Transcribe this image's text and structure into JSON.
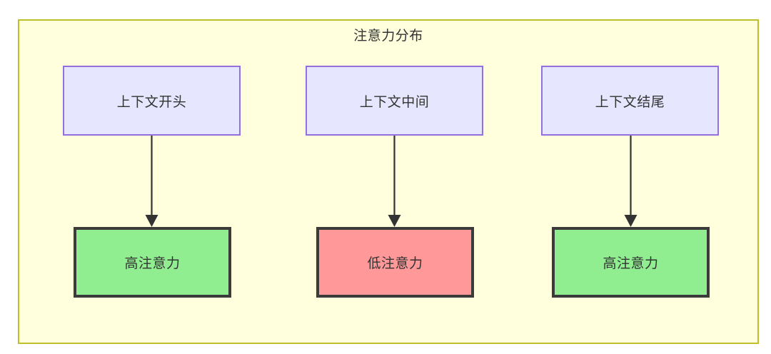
{
  "diagram": {
    "title": "注意力分布",
    "background_color": "#ffffdd",
    "border_color": "#bfbf2a",
    "columns": [
      {
        "id": "start",
        "context": {
          "label": "上下文开头",
          "fill": "#e6e6ff",
          "stroke": "#9370db"
        },
        "attention": {
          "label": "高注意力",
          "fill": "#90ee90",
          "stroke": "#3b3b3b",
          "level": "high"
        }
      },
      {
        "id": "middle",
        "context": {
          "label": "上下文中间",
          "fill": "#e6e6ff",
          "stroke": "#9370db"
        },
        "attention": {
          "label": "低注意力",
          "fill": "#ff9999",
          "stroke": "#3b3b3b",
          "level": "low"
        }
      },
      {
        "id": "end",
        "context": {
          "label": "上下文结尾",
          "fill": "#e6e6ff",
          "stroke": "#9370db"
        },
        "attention": {
          "label": "高注意力",
          "fill": "#90ee90",
          "stroke": "#3b3b3b",
          "level": "high"
        }
      }
    ],
    "edges": [
      {
        "from": "上下文开头",
        "to": "高注意力",
        "color": "#333333"
      },
      {
        "from": "上下文中间",
        "to": "低注意力",
        "color": "#333333"
      },
      {
        "from": "上下文结尾",
        "to": "高注意力",
        "color": "#333333"
      }
    ]
  }
}
